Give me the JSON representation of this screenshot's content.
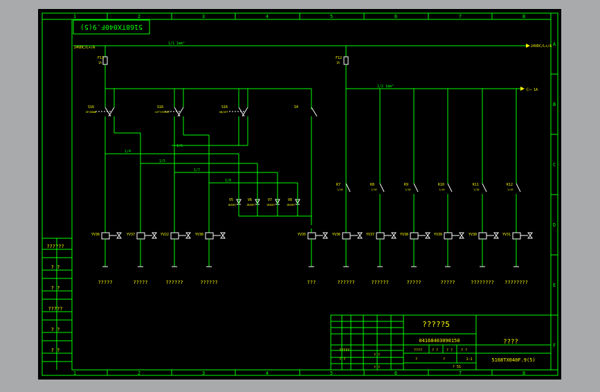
{
  "sheet": {
    "columns": [
      "1",
      "2",
      "3",
      "4",
      "5",
      "6",
      "7",
      "8"
    ],
    "rows": [
      "A",
      "B",
      "C",
      "D",
      "E",
      "F"
    ]
  },
  "rotated_title": "5168TX040F.9(5)",
  "top_bus": {
    "left_label": "24VDC/L+/A",
    "wire_label": "1/1 1mm²",
    "right_label": "24VDC/L+/A"
  },
  "fuses": [
    {
      "name": "F11",
      "rating": "1A"
    },
    {
      "name": "F12",
      "rating": "1A"
    }
  ],
  "right_bus": {
    "wire_label": "1/2 1mm²",
    "right_label": "Ⓒ→ 1A"
  },
  "switches": [
    {
      "name": "S16",
      "desc": "UP/DOWN"
    },
    {
      "name": "S16",
      "desc": "LEFT/RIGHT"
    },
    {
      "name": "S16",
      "desc": "ON/OFF"
    },
    {
      "name": "S4",
      "desc": ""
    }
  ],
  "wire_tags": [
    "1/4",
    "1/5",
    "1/6",
    "1/7",
    "1/8"
  ],
  "diodes": [
    {
      "name": "V5",
      "type": "1N4007"
    },
    {
      "name": "V6",
      "type": "1N4007"
    },
    {
      "name": "V7",
      "type": "1N4007"
    },
    {
      "name": "V8",
      "type": "1N4007"
    }
  ],
  "relays": [
    {
      "name": "K7",
      "sub": "1/16"
    },
    {
      "name": "K8",
      "sub": "1/16"
    },
    {
      "name": "K9",
      "sub": "1/16"
    },
    {
      "name": "K10",
      "sub": "1/16"
    },
    {
      "name": "K11",
      "sub": "1/16"
    },
    {
      "name": "K12",
      "sub": "1/16"
    }
  ],
  "valves": [
    {
      "name": "YV36",
      "label": "?????"
    },
    {
      "name": "YV37",
      "label": "?????"
    },
    {
      "name": "YV22",
      "label": "??????"
    },
    {
      "name": "YV36",
      "label": "??????"
    },
    {
      "name": "YV35",
      "label": "???"
    },
    {
      "name": "YV36",
      "label": "??????"
    },
    {
      "name": "YV37",
      "label": "??????"
    },
    {
      "name": "YV38",
      "label": "?????"
    },
    {
      "name": "YV39",
      "label": "?????"
    },
    {
      "name": "YV30",
      "label": "????????"
    },
    {
      "name": "YV31",
      "label": "????????"
    }
  ],
  "left_panel": [
    "??????",
    "? ?",
    "? ?",
    "?????",
    "? ?",
    "? ?"
  ],
  "title_block": {
    "name": "?????5",
    "drawing_no": "04168403090150",
    "code": "5168TX040F.9(5)",
    "unit": "????",
    "scale": "1:1",
    "sheet_info": "? 51",
    "cells": [
      "????",
      "? ?",
      "? ?",
      "? ?",
      "?",
      "?",
      "?????",
      "? ?",
      "? ?",
      "? ?"
    ]
  },
  "colors": {
    "frame": "#00ff00",
    "wire": "#00ff00",
    "text_green": "#00ff00",
    "text_yellow": "#ffff00",
    "symbol_white": "#ffffff",
    "background": "#000000"
  }
}
